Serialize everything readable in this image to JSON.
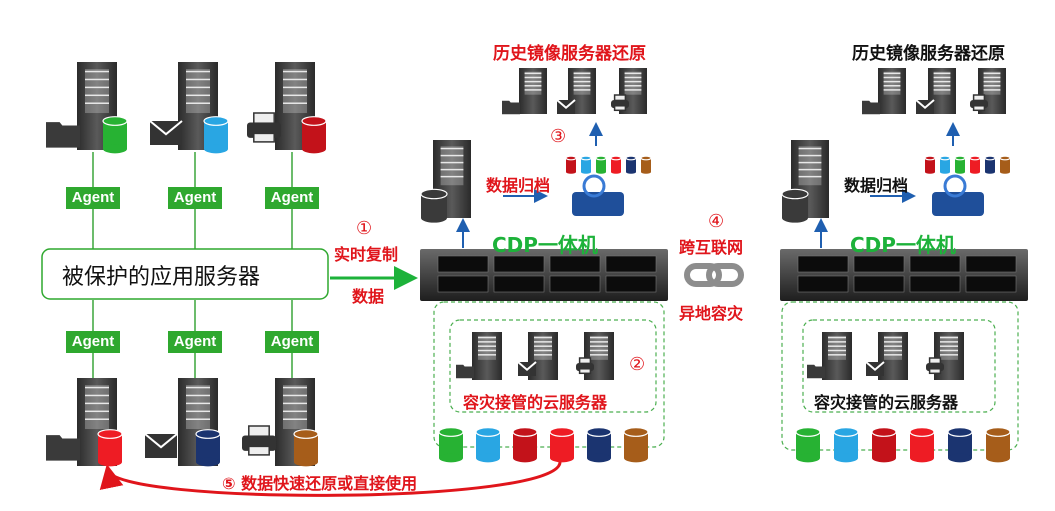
{
  "colors": {
    "green": "#1db23a",
    "red": "#e0151b",
    "blue_arrow": "#1f5fb0",
    "cyl_green": "#27b233",
    "cyl_blue": "#29a6e3",
    "cyl_red": "#c3121a",
    "cyl_brightred": "#ee1c24",
    "cyl_navy": "#1b3470",
    "cyl_brown": "#a65d1a"
  },
  "icons": [
    "server-tower-icon",
    "folder-icon",
    "mail-icon",
    "printer-icon",
    "cylinder-icon",
    "storage-disk-icon",
    "rack-server-icon",
    "chain-link-icon"
  ],
  "labels": {
    "protected_servers": "被保护的应用服务器",
    "agent": "Agent",
    "step1_num": "①",
    "step1_l1": "实时复制",
    "step1_l2": "数据",
    "step2_num": "②",
    "step3_num": "③",
    "step4_num": "④",
    "step4_l1": "跨互联网",
    "step4_l2": "异地容灾",
    "step5": "⑤  数据快速还原或直接使用",
    "cdp_left": "CDP一体机",
    "cdp_right": "CDP一体机",
    "archive_left": "数据归档",
    "archive_right": "数据归档",
    "history_left": "历史镜像服务器还原",
    "history_right": "历史镜像服务器还原",
    "cloud_left": "容灾接管的云服务器",
    "cloud_right": "容灾接管的云服务器"
  }
}
